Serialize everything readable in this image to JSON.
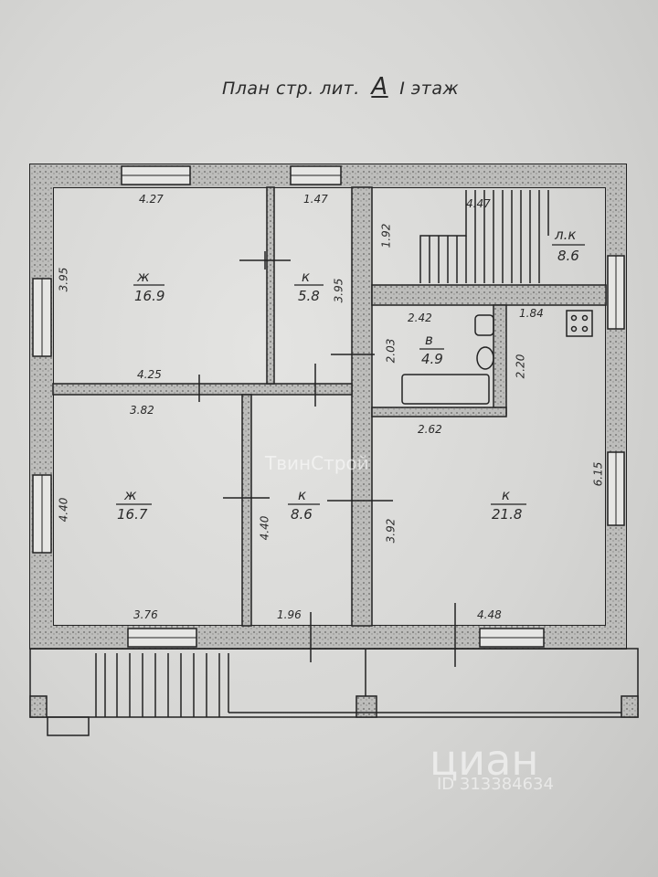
{
  "title": {
    "prefix": "План стр. лит.",
    "letter": "А",
    "suffix": "I этаж"
  },
  "rooms": [
    {
      "name": "ж",
      "area": "16.9"
    },
    {
      "name": "к",
      "area": "5.8"
    },
    {
      "name": "л.к",
      "area": "8.6"
    },
    {
      "name": "в",
      "area": "4.9"
    },
    {
      "name": "ж",
      "area": "16.7"
    },
    {
      "name": "к",
      "area": "8.6"
    },
    {
      "name": "к",
      "area": "21.8"
    }
  ],
  "dimensions": {
    "r1_top": "4.27",
    "r1_bottom": "4.25",
    "r1_left": "3.95",
    "r2_top": "1.47",
    "r2_side": "3.95",
    "stair_top": "4.47",
    "stair_left": "1.92",
    "bath_top": "2.42",
    "bath_left": "2.03",
    "bath_right": "2.20",
    "k_top": "1.84",
    "k_mid": "2.62",
    "k_right": "6.15",
    "k_left": "3.92",
    "k_bottom": "4.48",
    "r5_top": "3.82",
    "r5_left": "4.40",
    "r5_bottom": "3.76",
    "r6_left": "4.40",
    "r6_bottom": "1.96"
  },
  "watermarks": {
    "center": "ТвинСтрой",
    "cian": "циан",
    "cian_id": "ID 313384634"
  }
}
